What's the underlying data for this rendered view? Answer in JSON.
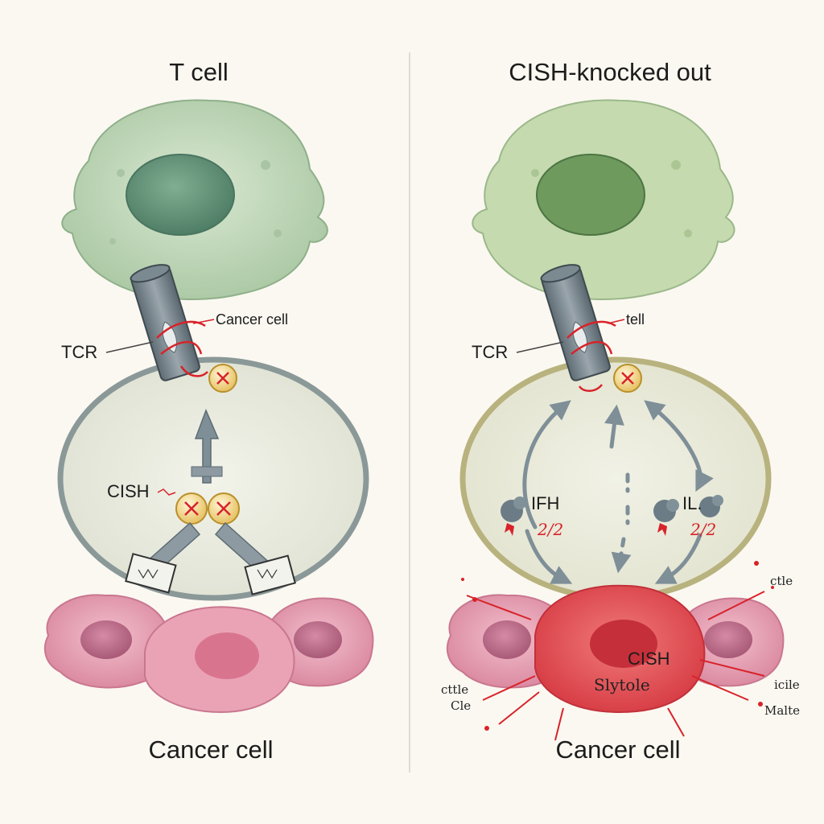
{
  "left_panel": {
    "title": "T cell",
    "tcr_label": "TCR",
    "cancer_cell_callout": "Cancer cell",
    "cish_label": "CISH",
    "bottom_label": "Cancer cell"
  },
  "right_panel": {
    "title": "CISH-knocked out",
    "tcr_label": "TCR",
    "callout": "tell",
    "ifn_label": "IFH",
    "il_label": "IL.",
    "red_scribble_left": "2/2",
    "red_scribble_right": "2/2",
    "cish_label": "CISH",
    "sub_label": "Slytole",
    "edge_labels": [
      "ctle",
      "cttle",
      "Cle",
      "icile",
      "Malte"
    ],
    "bottom_label": "Cancer cell"
  },
  "colors": {
    "background": "#fbf8f1",
    "t_cell": "#c7dcc0",
    "t_cell_nucleus": "#6f9c82",
    "cancer_cell": "#e9a3b8",
    "cancer_cell_lysed": "#e2494f",
    "tcr_tube": "#7d8a91",
    "annotation_red": "#d8232a",
    "arrow": "#7f8f98"
  },
  "icons": [
    "tcr-receptor-icon",
    "cish-marker-icon",
    "cytokine-icon",
    "arrow-icon"
  ]
}
